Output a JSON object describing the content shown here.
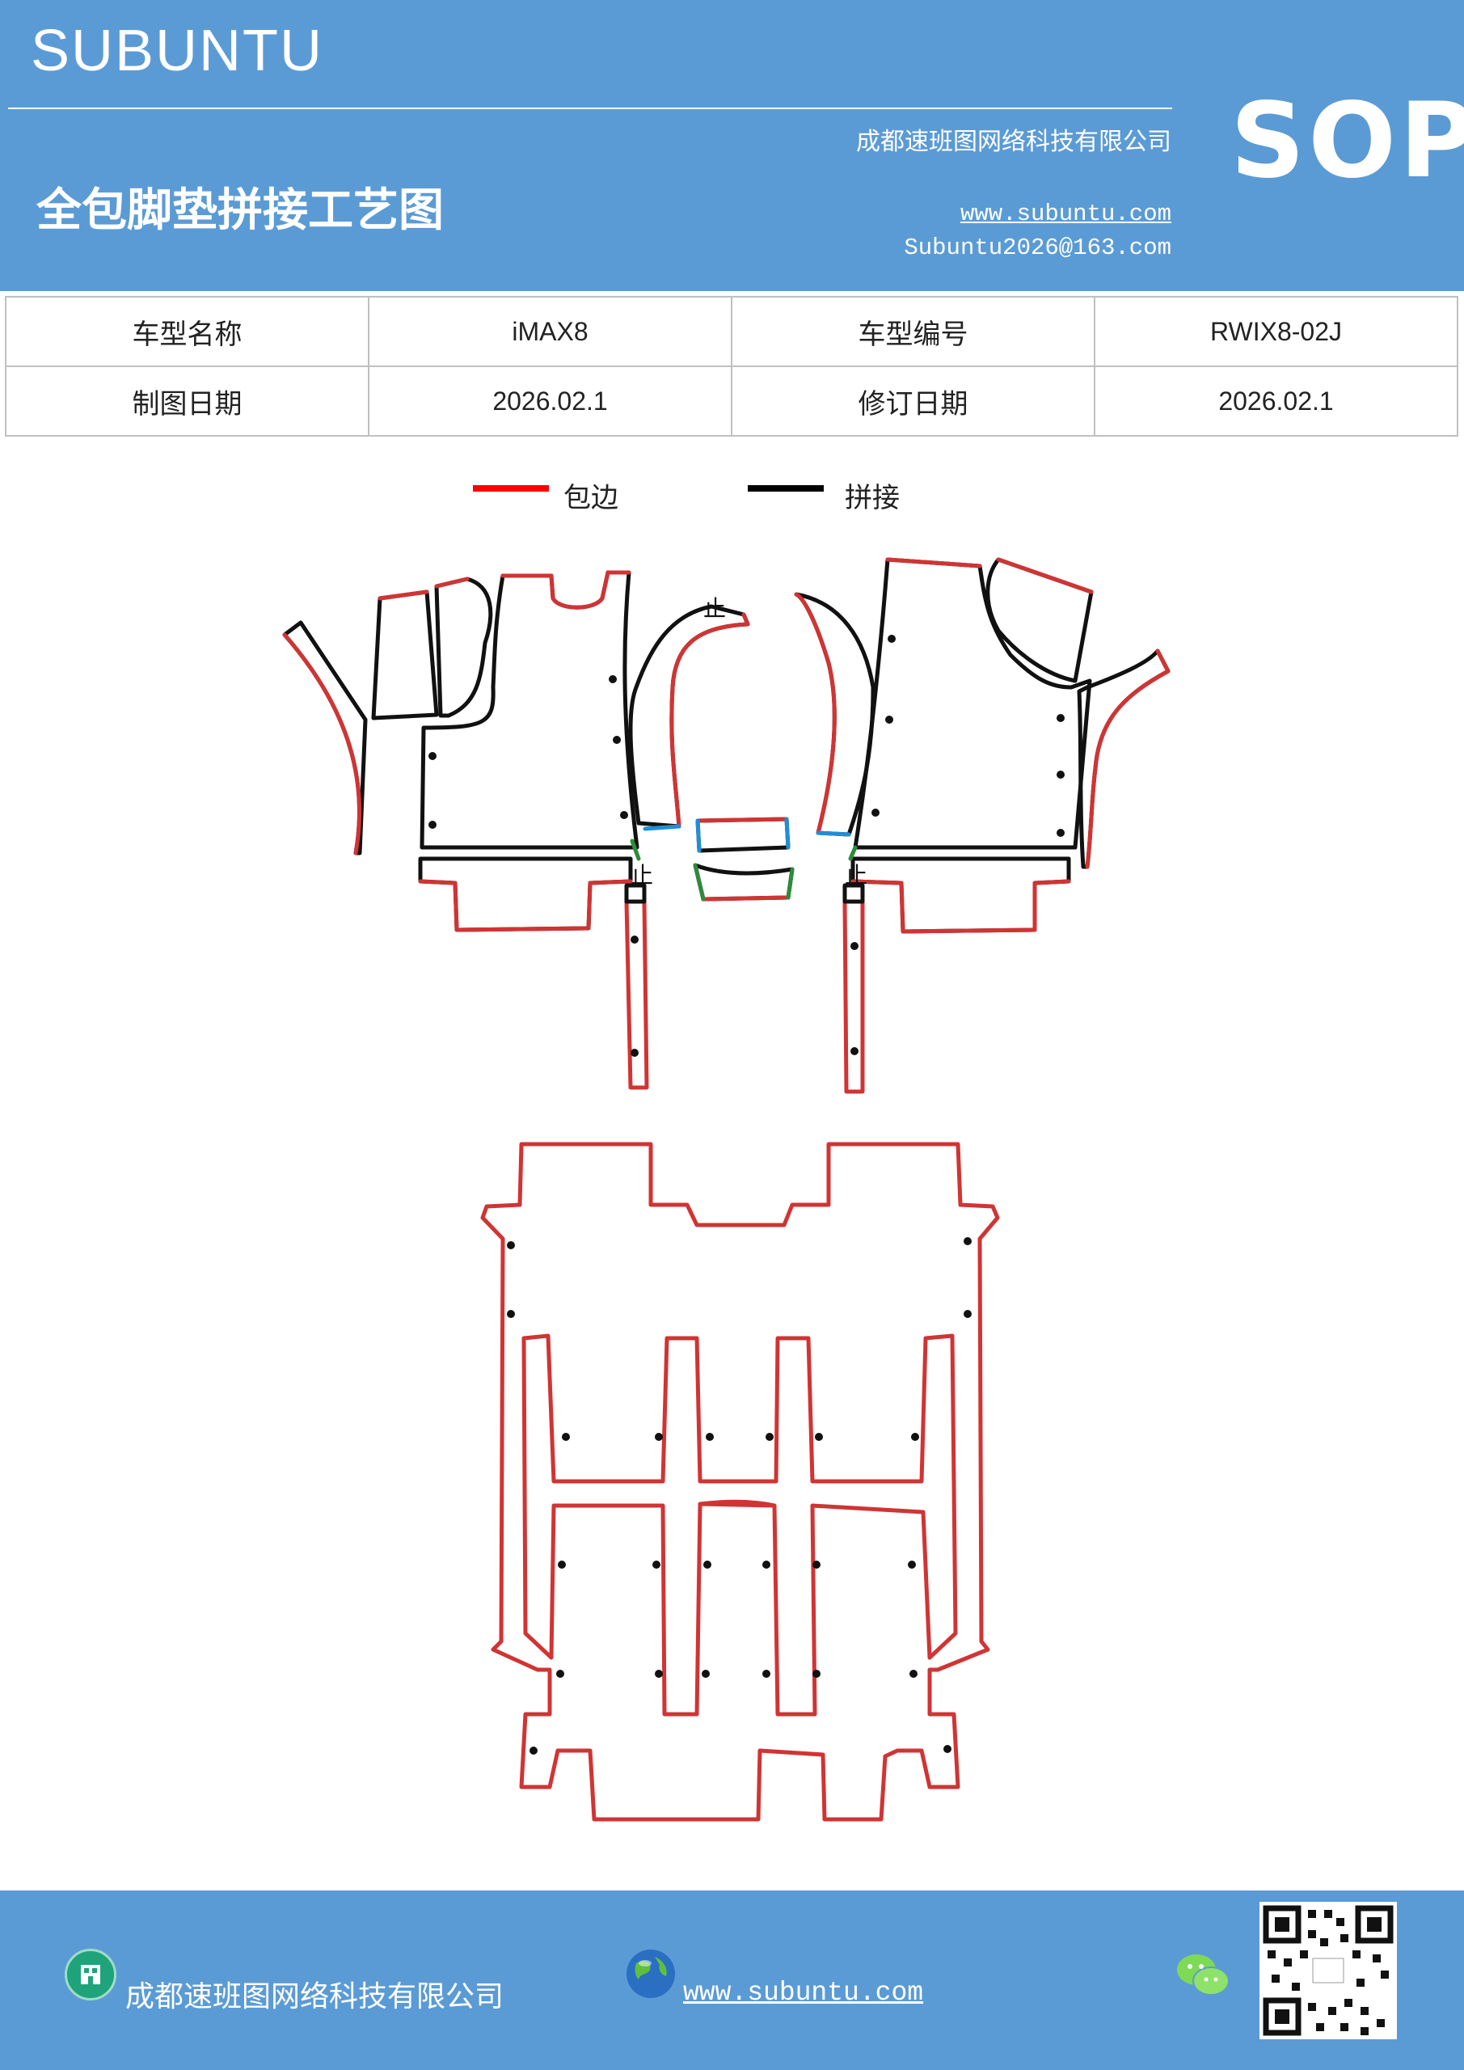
{
  "header": {
    "brand": "SUBUNTU",
    "company": "成都速班图网络科技有限公司",
    "title": "全包脚垫拼接工艺图",
    "website": "www.subuntu.com",
    "email": "Subuntu2026@163.com",
    "badge": "SOP"
  },
  "info_table": {
    "rows": [
      {
        "label1": "车型名称",
        "value1": "iMAX8",
        "label2": "车型编号",
        "value2": "RWIX8-02J"
      },
      {
        "label1": "制图日期",
        "value1": "2026.02.1",
        "label2": "修订日期",
        "value2": "2026.02.1"
      }
    ]
  },
  "legend": {
    "items": [
      {
        "label": "包边",
        "color": "#ff0000"
      },
      {
        "label": "拼接",
        "color": "#000000"
      }
    ]
  },
  "diagram": {
    "edge_color": "#d03434",
    "seam_color": "#111111",
    "accent_blue": "#1f8fd6",
    "accent_green": "#2e8b3a",
    "stop_mark": "止"
  },
  "footer": {
    "company": "成都速班图网络科技有限公司",
    "website": "www.subuntu.com",
    "icons": [
      "building-icon",
      "globe-icon",
      "wechat-icon",
      "qr-code"
    ]
  },
  "colors": {
    "header_bg": "#5b9bd5",
    "text_on_header": "#ffffff"
  }
}
